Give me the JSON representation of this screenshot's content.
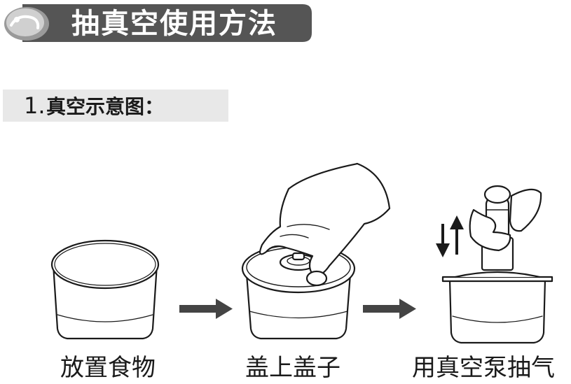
{
  "header": {
    "title": "抽真空使用方法",
    "banner_color": "#555555",
    "icon": "cloud-bubble-icon"
  },
  "section": {
    "number": "1.",
    "label": "真空示意图："
  },
  "steps": [
    {
      "label": "放置食物",
      "illustration": "empty-inner-pot"
    },
    {
      "label": "盖上盖子",
      "illustration": "hand-placing-lid"
    },
    {
      "label": "用真空泵抽气",
      "illustration": "hand-operating-vacuum-pump"
    }
  ],
  "arrows": [
    "arrow-right-icon",
    "arrow-right-icon"
  ]
}
